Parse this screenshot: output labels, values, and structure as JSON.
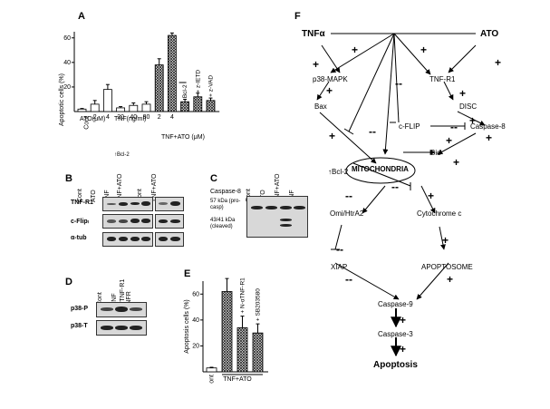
{
  "panels": {
    "A": "A",
    "B": "B",
    "C": "C",
    "D": "D",
    "E": "E",
    "F": "F"
  },
  "panelA": {
    "ylabel": "Apoptotic cells (%)",
    "group_labels": [
      "ATO(μM)",
      "TNF(ng/ml)",
      "TNF+ATO (μM)"
    ],
    "bcl2_mark": "Bcl-2",
    "bcl2_arrow_label": "Bcl-2",
    "zietd": "+ z-IETD",
    "zvad": "+ z-VAD"
  },
  "panelB": {
    "columns": [
      "Cont",
      "ATO",
      "TNF",
      "TNF+ATO",
      "Cont",
      "TNF+ATO"
    ],
    "bcl2_header": "Bcl-2",
    "rows": [
      "TNF-R1",
      "c-Flipₗ",
      "α-tub"
    ]
  },
  "panelC": {
    "columns": [
      "Cont",
      "ATO",
      "TNF+ATO",
      "TNF"
    ],
    "title": "Caspase-8",
    "pro": "57 kDa (pro-casp)",
    "cleaved": "43/41 kDa (cleaved)"
  },
  "panelD": {
    "columns": [
      "Cont",
      "TNF",
      "N-αTNF-R1 +TNFR"
    ],
    "rows": [
      "p38-P",
      "p38-T"
    ]
  },
  "panelE": {
    "ylabel": "Apoptosis cells (%)",
    "xgroup": "TNF+ATO",
    "annot1": "+ N-αTNF-R1",
    "annot2": "+ SB203580"
  },
  "chart_data": [
    {
      "type": "bar",
      "panel": "A",
      "ylabel": "Apoptotic cells (%)",
      "ylim": [
        0,
        65
      ],
      "yticks": [
        20,
        40,
        60
      ],
      "categories": [
        "Cont",
        "2",
        "4",
        "20",
        "40",
        "80",
        "2",
        "4",
        "Bcl-2",
        "+ z-IETD",
        "+ z-VAD"
      ],
      "groups": [
        "",
        "ATO(μM)",
        "ATO(μM)",
        "TNF(ng/ml)",
        "TNF(ng/ml)",
        "TNF(ng/ml)",
        "TNF+ATO (μM)",
        "TNF+ATO (μM)",
        "TNF+ATO (μM)",
        "TNF+ATO (μM)",
        "TNF+ATO (μM)"
      ],
      "values": [
        2,
        6,
        18,
        3,
        5,
        6,
        38,
        62,
        8,
        12,
        9
      ],
      "errors": [
        0.5,
        3,
        4,
        1,
        2,
        2,
        5,
        2,
        2,
        3,
        2
      ],
      "hatched": [
        false,
        false,
        false,
        false,
        false,
        false,
        true,
        true,
        true,
        true,
        true
      ]
    },
    {
      "type": "bar",
      "panel": "E",
      "ylabel": "Apoptosis cells (%)",
      "ylim": [
        0,
        70
      ],
      "yticks": [
        20,
        40,
        60
      ],
      "categories": [
        "Cont",
        "TNF+ATO",
        "+ N-αTNF-R1",
        "+ SB203580"
      ],
      "values": [
        3,
        62,
        34,
        30
      ],
      "errors": [
        0.5,
        10,
        9,
        7
      ],
      "hatched": [
        false,
        true,
        true,
        true
      ]
    }
  ],
  "diagram": {
    "nodes": {
      "tnfa": "TNFα",
      "ato": "ATO",
      "p38": "p38-MAPK",
      "tnfr1": "TNF-R1",
      "bax": "Bax",
      "disc": "DISC",
      "cflip": "c-FLIP",
      "casp8": "Caspase-8",
      "bid": "Bid",
      "mito": "MITOCHONDRIA",
      "bcl2": "Bcl-2",
      "omi": "Omi/HtrA2",
      "cytc": "Cytochrome c",
      "xiap": "XIAP",
      "apoptosome": "APOPTOSOME",
      "casp9": "Caspase-9",
      "casp3": "Caspase-3",
      "apoptosis": "Apoptosis"
    },
    "plus": "+",
    "minus": "--"
  }
}
